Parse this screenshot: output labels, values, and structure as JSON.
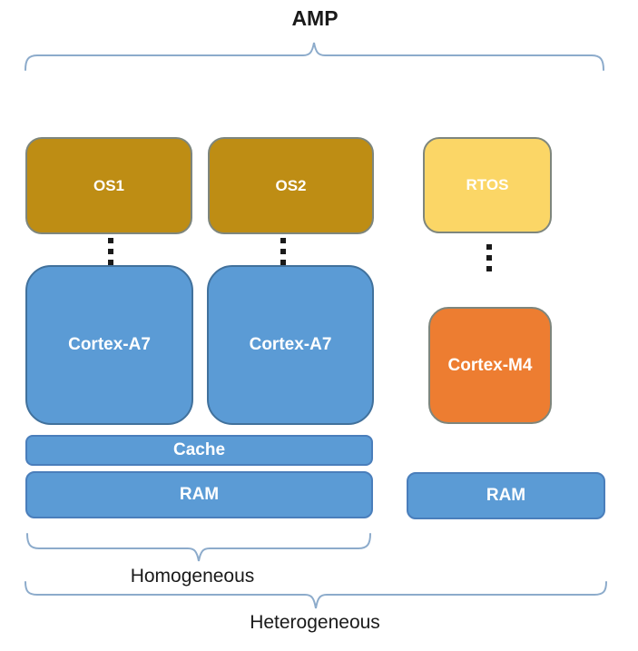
{
  "labels": {
    "amp": "AMP",
    "homogeneous": "Homogeneous",
    "heterogeneous": "Heterogeneous"
  },
  "boxes": {
    "os1": "OS1",
    "os2": "OS2",
    "rtos": "RTOS",
    "cortex_a7_1": "Cortex-A7",
    "cortex_a7_2": "Cortex-A7",
    "cortex_m4": "Cortex-M4",
    "cache": "Cache",
    "ram_left": "RAM",
    "ram_right": "RAM"
  },
  "colors": {
    "gold": "#BE8D14",
    "light_gold": "#FBD666",
    "blue": "#5B9BD5",
    "orange": "#ED7D31",
    "blue_border": "#41719C",
    "gray_border": "#7E867D",
    "bar_border": "#4A7EBB",
    "brace": "#8CABCB",
    "text_dark": "#1A1A1A",
    "text_light": "#FFFFFF",
    "dot": "#1A1A1A",
    "background": "#FFFFFF"
  }
}
